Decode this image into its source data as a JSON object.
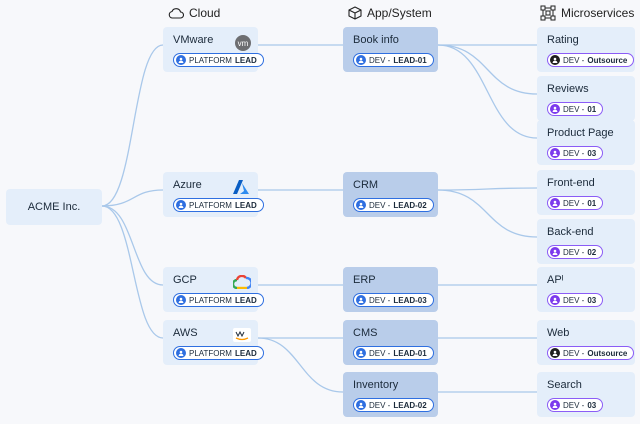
{
  "headers": {
    "cloud": "Cloud",
    "app": "App/System",
    "micro": "Microservices"
  },
  "root": {
    "label": "ACME Inc."
  },
  "clouds": [
    {
      "name": "VMware",
      "badge_role": "PLATFORM",
      "badge_level": "LEAD",
      "logo": "vmware-logo"
    },
    {
      "name": "Azure",
      "badge_role": "PLATFORM",
      "badge_level": "LEAD",
      "logo": "azure-logo"
    },
    {
      "name": "GCP",
      "badge_role": "PLATFORM",
      "badge_level": "LEAD",
      "logo": "gcp-logo"
    },
    {
      "name": "AWS",
      "badge_role": "PLATFORM",
      "badge_level": "LEAD",
      "logo": "aws-logo"
    }
  ],
  "apps": [
    {
      "name": "Book info",
      "badge_role": "DEV - ",
      "badge_level": "LEAD-01"
    },
    {
      "name": "CRM",
      "badge_role": "DEV - ",
      "badge_level": "LEAD-02"
    },
    {
      "name": "ERP",
      "badge_role": "DEV - ",
      "badge_level": "LEAD-03"
    },
    {
      "name": "CMS",
      "badge_role": "DEV - ",
      "badge_level": "LEAD-01"
    },
    {
      "name": "Inventory",
      "badge_role": "DEV - ",
      "badge_level": "LEAD-02"
    }
  ],
  "services": [
    {
      "name": "Rating",
      "badge_role": "DEV - ",
      "badge_level": "Outsource"
    },
    {
      "name": "Reviews",
      "badge_role": "DEV - ",
      "badge_level": "01"
    },
    {
      "name": "Product Page",
      "badge_role": "DEV - ",
      "badge_level": "03"
    },
    {
      "name": "Front-end",
      "badge_role": "DEV - ",
      "badge_level": "01"
    },
    {
      "name": "Back-end",
      "badge_role": "DEV - ",
      "badge_level": "02"
    },
    {
      "name": "APᴵ",
      "badge_role": "DEV - ",
      "badge_level": "03"
    },
    {
      "name": "Web",
      "badge_role": "DEV - ",
      "badge_level": "Outsource"
    },
    {
      "name": "Search",
      "badge_role": "DEV - ",
      "badge_level": "03"
    }
  ],
  "colors": {
    "link": "#a9c8ea",
    "platform_badge": "#2f6fe0",
    "dev_badge": "#8b5cf6"
  }
}
